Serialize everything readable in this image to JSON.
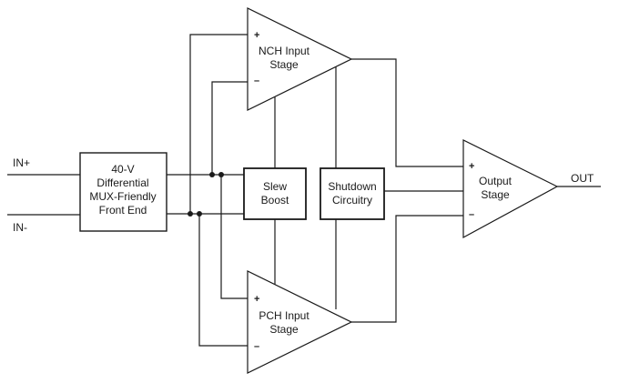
{
  "diagram": {
    "ports": {
      "in_plus": "IN+",
      "in_minus": "IN-",
      "out": "OUT"
    },
    "front_end": {
      "lines": [
        "40-V",
        "Differential",
        "MUX-Friendly",
        "Front End"
      ]
    },
    "slew_boost": {
      "lines": [
        "Slew",
        "Boost"
      ]
    },
    "shutdown": {
      "lines": [
        "Shutdown",
        "Circuitry"
      ]
    },
    "nch_stage": {
      "lines": [
        "NCH Input",
        "Stage"
      ],
      "plus": "+",
      "minus": "–"
    },
    "pch_stage": {
      "lines": [
        "PCH Input",
        "Stage"
      ],
      "plus": "+",
      "minus": "–"
    },
    "output_stage": {
      "lines": [
        "Output",
        "Stage"
      ],
      "plus": "+",
      "minus": "–"
    }
  }
}
